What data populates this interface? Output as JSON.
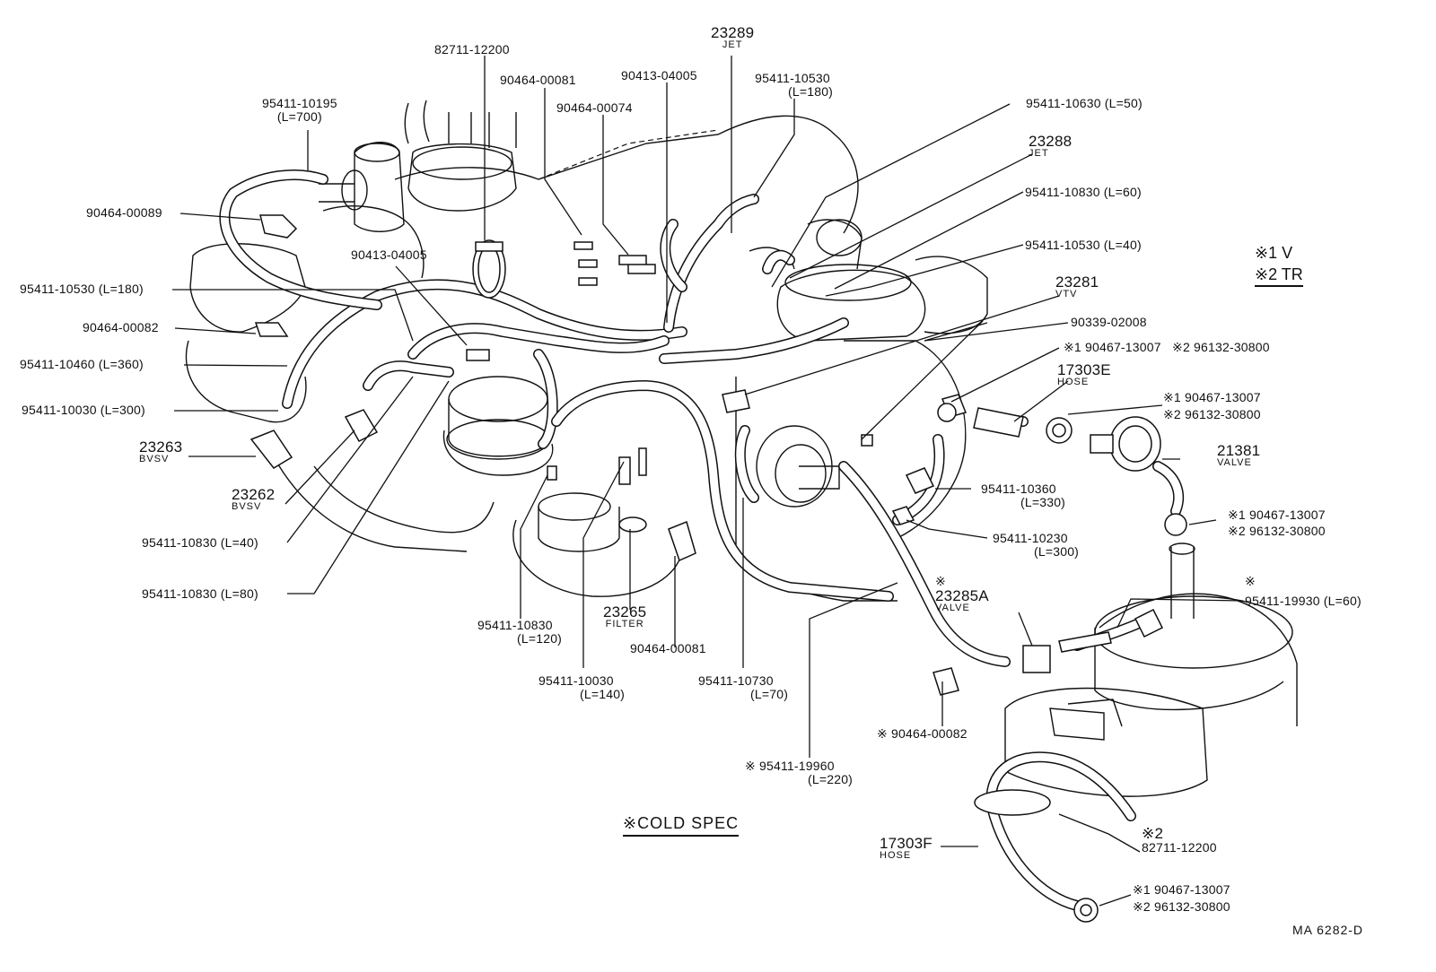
{
  "labels": {
    "p82711_top": "82711-12200",
    "p23289": "23289",
    "p23289_sub": "JET",
    "p95411_10195": "95411-10195",
    "p95411_10195_len": "(L=700)",
    "p90464_00081_top": "90464-00081",
    "p90413_04005_top": "90413-04005",
    "p95411_10530_top": "95411-10530",
    "p95411_10530_top_len": "(L=180)",
    "p90464_00074": "90464-00074",
    "p95411_10630": "95411-10630 (L=50)",
    "p23288": "23288",
    "p23288_sub": "JET",
    "p90464_00089": "90464-00089",
    "p95411_10830_60": "95411-10830 (L=60)",
    "p90413_04005_mid": "90413-04005",
    "p95411_10530_40": "95411-10530 (L=40)",
    "p95411_10530_180": "95411-10530 (L=180)",
    "p23281": "23281",
    "p23281_sub": "VTV",
    "p90464_00082_left": "90464-00082",
    "p90339_02008": "90339-02008",
    "p95411_10460": "95411-10460 (L=360)",
    "clamp1_a": "※1 90467-13007",
    "clamp1_b": "※2 96132-30800",
    "p17303E": "17303E",
    "p17303E_sub": "HOSE",
    "p95411_10030_300": "95411-10030 (L=300)",
    "clamp2_a": "※1 90467-13007",
    "clamp2_b": "※2 96132-30800",
    "p23263": "23263",
    "p23263_sub": "BVSV",
    "p21381": "21381",
    "p21381_sub": "VALVE",
    "p23262": "23262",
    "p23262_sub": "BVSV",
    "p95411_10360": "95411-10360",
    "p95411_10360_len": "(L=330)",
    "clamp3_a": "※1 90467-13007",
    "clamp3_b": "※2 96132-30800",
    "p95411_10230": "95411-10230",
    "p95411_10230_len": "(L=300)",
    "p95411_10830_40": "95411-10830 (L=40)",
    "p23285A_mark": "※",
    "p23285A": "23285A",
    "p23285A_sub": "VALVE",
    "p95411_19930_mark": "※",
    "p95411_19930": "95411-19930 (L=60)",
    "p95411_10830_80": "95411-10830 (L=80)",
    "p23265": "23265",
    "p23265_sub": "FILTER",
    "p95411_10830_120": "95411-10830",
    "p95411_10830_120_len": "(L=120)",
    "p90464_00081_bot": "90464-00081",
    "p95411_10030_140": "95411-10030",
    "p95411_10030_140_len": "(L=140)",
    "p95411_10730": "95411-10730",
    "p95411_10730_len": "(L=70)",
    "p90464_00082_bot": "※ 90464-00082",
    "p95411_19960": "※ 95411-19960",
    "p95411_19960_len": "(L=220)",
    "p82711_bot_mark": "※2",
    "p82711_bot": "82711-12200",
    "p17303F": "17303F",
    "p17303F_sub": "HOSE",
    "clamp4_a": "※1 90467-13007",
    "clamp4_b": "※2 96132-30800"
  },
  "legend": {
    "line1": "※1 V",
    "line2": "※2 TR"
  },
  "note": "※COLD SPEC",
  "drawing_code": "MA 6282-D"
}
